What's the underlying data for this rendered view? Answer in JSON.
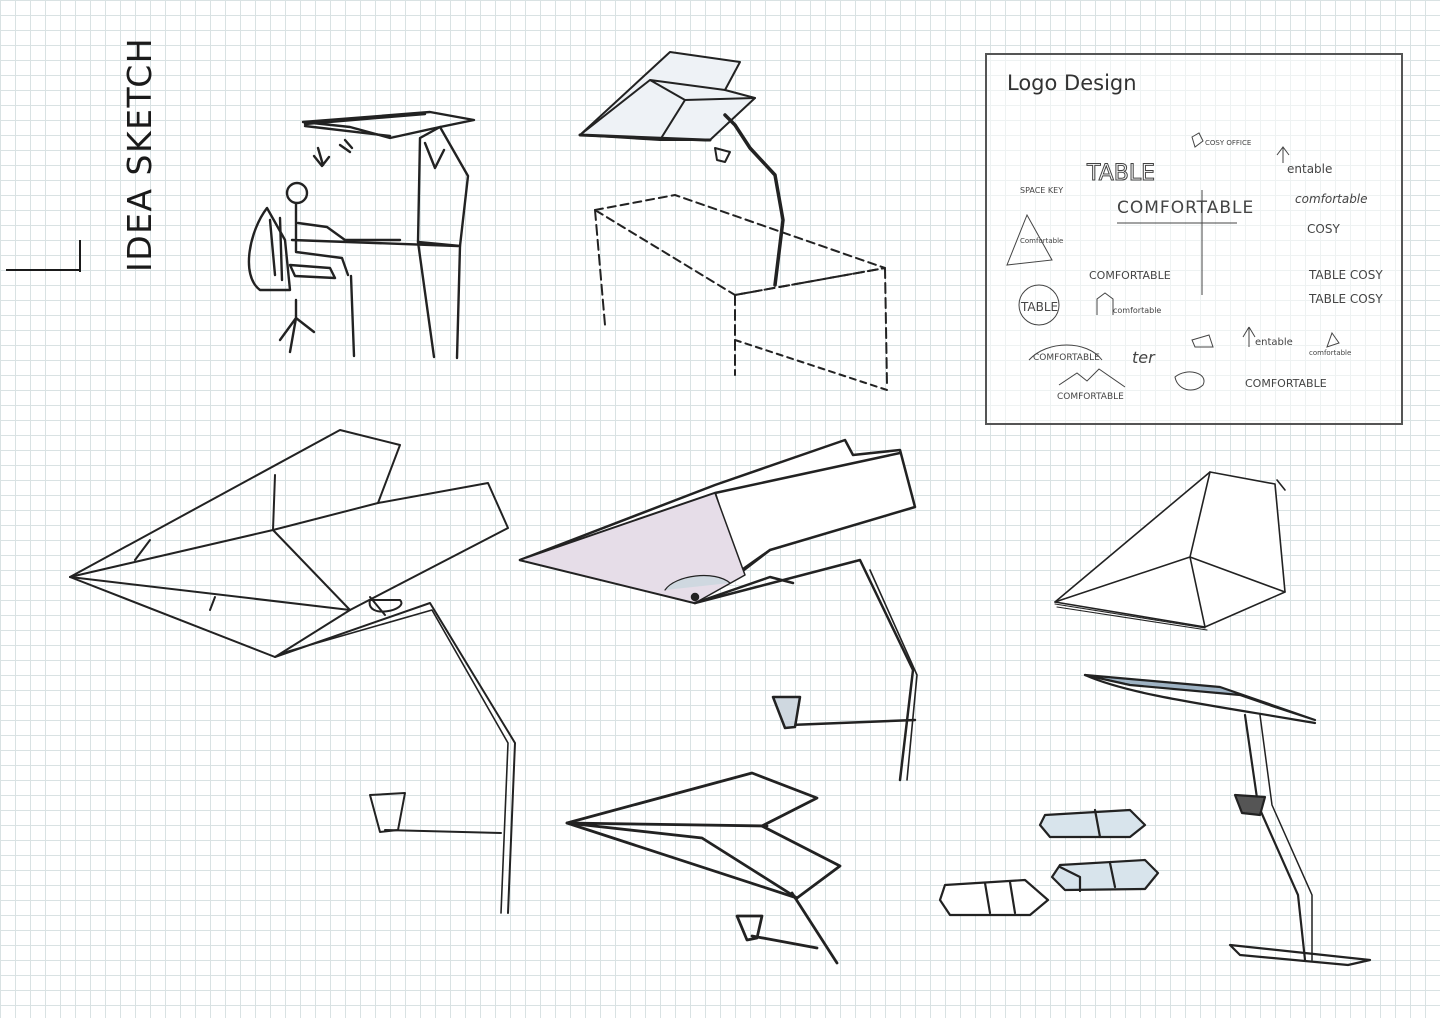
{
  "title": "IDEA SKETCH",
  "logo_panel": {
    "title": "Logo Design",
    "variants": [
      "COSY OFFICE",
      "TABLE",
      "entable",
      "SPACE KEY",
      "COMFORTABLE",
      "comfortable",
      "COSY",
      "Comfortable",
      "COMFORTABLE",
      "TABLE COSY",
      "TABLE",
      "comfortable",
      "TABLE COSY",
      "COMFORTABLE",
      "ter",
      "entable",
      "comfortable",
      "COMFORTABLE",
      "COMFORTABLE"
    ]
  },
  "colors": {
    "grid": "#d9e2e3",
    "ink": "#222222",
    "shade_pink": "#e6dde8",
    "shade_blue": "#9fb3c4"
  }
}
